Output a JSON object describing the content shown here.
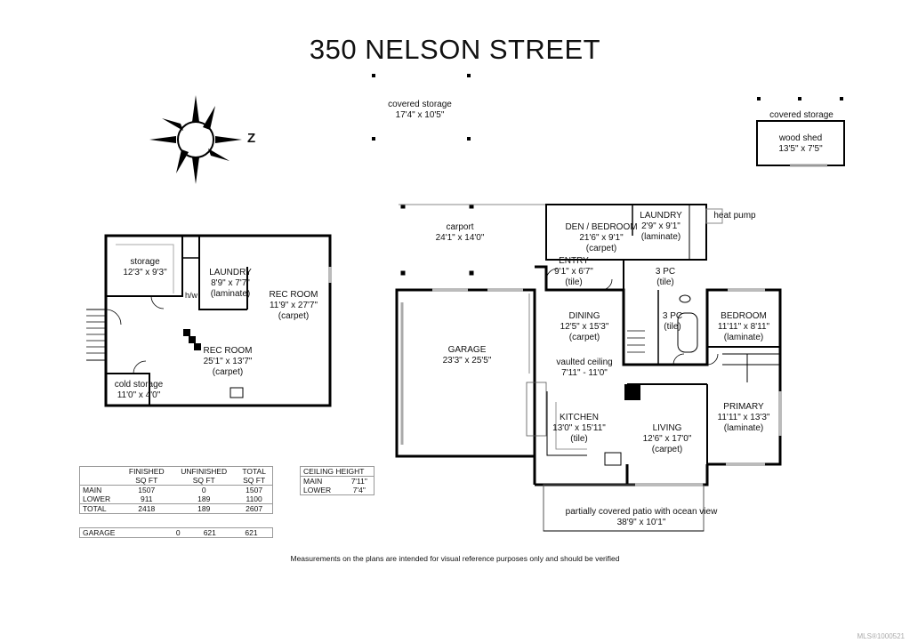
{
  "title": "350 NELSON STREET",
  "compass": {
    "label": "Z",
    "icon": "compass-rose-icon"
  },
  "upper_rooms": {
    "covered_storage_top": {
      "name": "covered storage",
      "dims": "17'4\" x 10'5\""
    },
    "covered_storage_shed": {
      "name": "covered storage"
    },
    "wood_shed": {
      "name": "wood shed",
      "dims": "13'5\" x 7'5\""
    },
    "heat_pump": "heat pump",
    "carport": {
      "name": "carport",
      "dims": "24'1\" x 14'0\""
    },
    "den": {
      "name": "DEN / BEDROOM",
      "dims": "21'6\" x 9'1\"",
      "floor": "(carpet)"
    },
    "laundry": {
      "name": "LAUNDRY",
      "dims": "2'9\" x 9'1\"",
      "floor": "(laminate)"
    },
    "entry": {
      "name": "ENTRY",
      "dims": "9'1\" x 6'7\"",
      "floor": "(tile)"
    },
    "bath_3pc_a": {
      "name": "3 PC",
      "floor": "(tile)"
    },
    "garage": {
      "name": "GARAGE",
      "dims": "23'3\" x 25'5\""
    },
    "dining": {
      "name": "DINING",
      "dims": "12'5\" x 15'3\"",
      "floor": "(carpet)"
    },
    "vaulted": {
      "name": "vaulted ceiling",
      "dims": "7'11\" - 11'0\""
    },
    "bath_3pc_b": {
      "name": "3 PC",
      "floor": "(tile)"
    },
    "bedroom": {
      "name": "BEDROOM",
      "dims": "11'11\" x 8'11\"",
      "floor": "(laminate)"
    },
    "kitchen": {
      "name": "KITCHEN",
      "dims": "13'0\" x 15'11\"",
      "floor": "(tile)"
    },
    "living": {
      "name": "LIVING",
      "dims": "12'6\" x 17'0\"",
      "floor": "(carpet)"
    },
    "primary": {
      "name": "PRIMARY",
      "dims": "11'11\" x 13'3\"",
      "floor": "(laminate)"
    },
    "patio": {
      "name": "partially covered patio with ocean view",
      "dims": "38'9\" x 10'1\""
    }
  },
  "lower_rooms": {
    "storage": {
      "name": "storage",
      "dims": "12'3\" x 9'3\""
    },
    "laundry": {
      "name": "LAUNDRY",
      "dims": "8'9\" x 7'7\"",
      "floor": "(laminate)"
    },
    "hw": "h/w",
    "rec_room_right": {
      "name": "REC ROOM",
      "dims": "11'9\" x 27'7\"",
      "floor": "(carpet)"
    },
    "rec_room_main": {
      "name": "REC ROOM",
      "dims": "25'1\" x 13'7\"",
      "floor": "(carpet)"
    },
    "cold_storage": {
      "name": "cold storage",
      "dims": "11'0\" x 4'0\""
    }
  },
  "area_table": {
    "headers": [
      [
        "",
        "FINISHED",
        "UNFINISHED",
        "TOTAL"
      ],
      [
        "",
        "SQ FT",
        "SQ FT",
        "SQ FT"
      ]
    ],
    "rows": [
      [
        "MAIN",
        "1507",
        "0",
        "1507"
      ],
      [
        "LOWER",
        "911",
        "189",
        "1100"
      ],
      [
        "TOTAL",
        "2418",
        "189",
        "2607"
      ]
    ],
    "garage_row": [
      "GARAGE",
      "0",
      "621",
      "621"
    ]
  },
  "ceiling_table": {
    "header": "CEILING HEIGHT",
    "rows": [
      [
        "MAIN",
        "7'11\""
      ],
      [
        "LOWER",
        "7'4\""
      ]
    ]
  },
  "disclaimer": "Measurements on the plans are intended for visual reference purposes only and should be verified",
  "mls": "MLS®1000521"
}
